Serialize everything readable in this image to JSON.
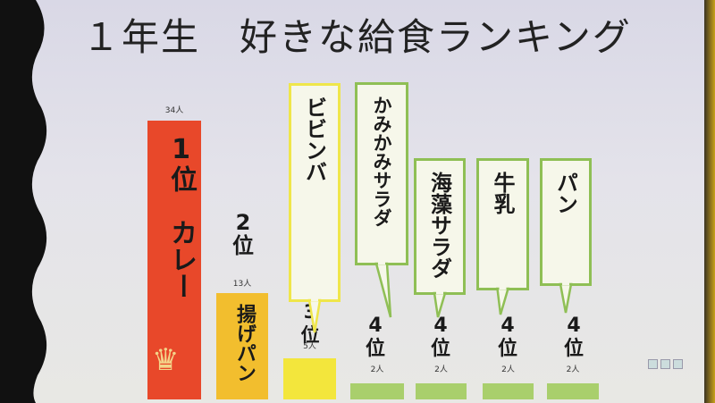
{
  "title": "１年生　好きな給食ランキング",
  "chart_data": {
    "type": "bar",
    "title": "１年生　好きな給食ランキング",
    "categories": [
      "カレー",
      "揚げパン",
      "ビビンバ",
      "かみかみサラダ",
      "海藻サラダ",
      "牛乳",
      "パン"
    ],
    "ranks": [
      "1位",
      "2位",
      "3位",
      "4位",
      "4位",
      "4位",
      "4位"
    ],
    "values": [
      34,
      13,
      5,
      2,
      2,
      2,
      2
    ],
    "value_labels": [
      "34人",
      "13人",
      "5人",
      "2人",
      "2人",
      "2人",
      "2人"
    ],
    "colors": [
      "#e8482a",
      "#f2be2e",
      "#f3e63c",
      "#a9cf6c",
      "#a9cf6c",
      "#a9cf6c",
      "#a9cf6c"
    ],
    "ylim": [
      0,
      34
    ]
  }
}
